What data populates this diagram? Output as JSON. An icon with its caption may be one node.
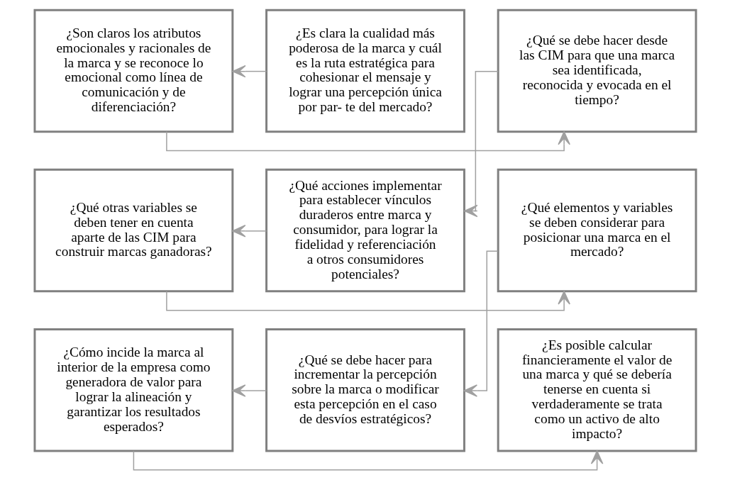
{
  "diagram": {
    "nodes": [
      {
        "text": [
          "¿Es clara la cualidad más poderosa de la marca y cuál es la ruta estratégica para cohesionar el mensaje y lograr una percepción única por par- te del mercado?"
        ]
      },
      {
        "text": [
          "¿Son claros los atributos emocionales y racionales de la marca y se reconoce lo emocional como línea de comunicación y de diferenciación?"
        ]
      },
      {
        "text": [
          "¿Qué se debe hacer desde las CIM para que una marca sea identificada, reconocida y evocada en el tiempo?"
        ]
      },
      {
        "text": [
          "¿Qué acciones implementar para establecer vínculos duraderos entre marca y consumidor, para lograr la fidelidad y referenciación a otros consumidores potenciales?"
        ]
      },
      {
        "text": [
          "¿Qué otras variables se deben tener en cuenta aparte de las CIM para construir marcas ganadoras?"
        ]
      },
      {
        "text": [
          "¿Qué elementos y variables se deben considerar para posicionar una marca en el mercado?"
        ]
      },
      {
        "text": [
          "¿Qué se debe hacer para incrementar la percepción sobre la marca o modificar esta percepción en el caso de desvíos estratégicos?"
        ]
      },
      {
        "text": [
          "¿Cómo incide la marca al interior de la empresa como generadora de valor para lograr la alineación y garantizar los resultados esperados?"
        ]
      },
      {
        "text": [
          "¿Es posible calcular financieramente el valor de una marca y qué se debería tenerse en cuenta si verdaderamente se trata como un activo de alto impacto?"
        ]
      }
    ],
    "edges": [
      {
        "from": 0,
        "to": 1,
        "arrow": "to"
      },
      {
        "from": 1,
        "to": 2,
        "arrow": "to"
      },
      {
        "from": 2,
        "to": 3,
        "arrow": "to"
      },
      {
        "from": 3,
        "to": 4,
        "arrow": "to"
      },
      {
        "from": 4,
        "to": 5,
        "arrow": "to"
      },
      {
        "from": 5,
        "to": 6,
        "arrow": "to"
      },
      {
        "from": 6,
        "to": 7,
        "arrow": "to"
      },
      {
        "from": 7,
        "to": 8,
        "arrow": "to"
      }
    ]
  }
}
